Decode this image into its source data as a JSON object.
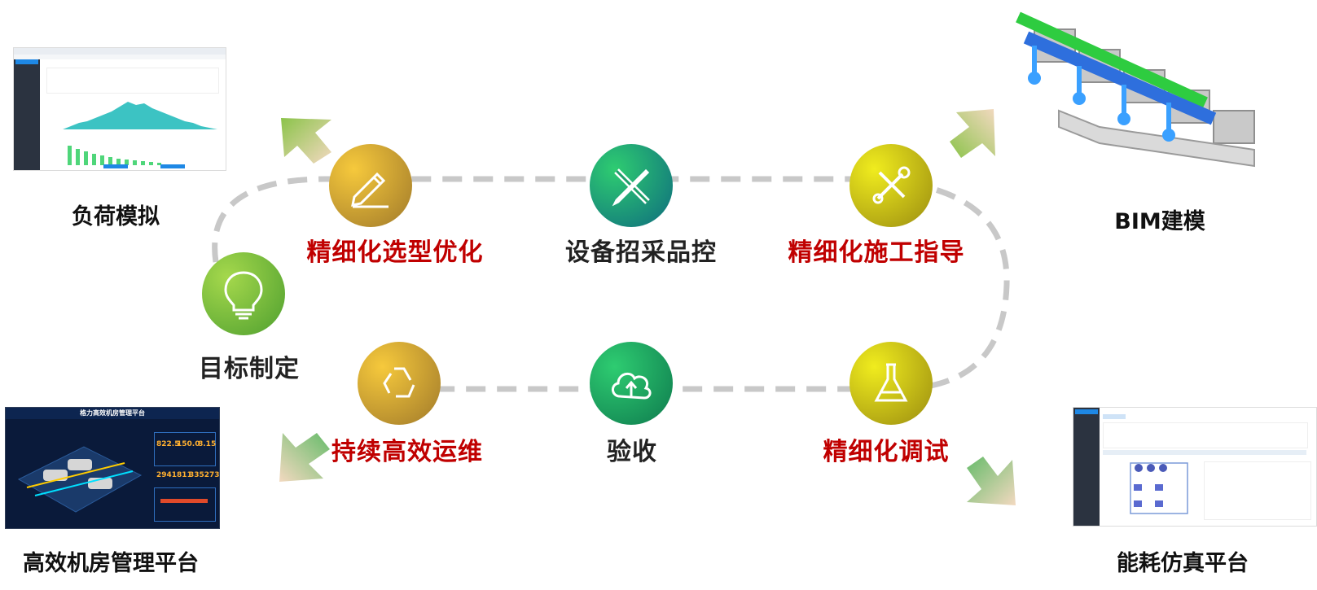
{
  "stages": {
    "target": "目标制定",
    "selection": "精细化选型优化",
    "procurement": "设备招采品控",
    "construction": "精细化施工指导",
    "commissioning": "精细化调试",
    "acceptance": "验收",
    "operation": "持续高效运维"
  },
  "corners": {
    "load_sim": "负荷模拟",
    "bim": "BIM建模",
    "platform": "高效机房管理平台",
    "energy_sim": "能耗仿真平台"
  },
  "dashboard": {
    "title": "格力高效机房管理平台",
    "val1": "822.5",
    "val2": "150.0",
    "val3": "8.15",
    "val4": "2941811",
    "val5": "335273"
  },
  "colors": {
    "red_label": "#c00000",
    "dashed_path": "#c8c8c8"
  }
}
